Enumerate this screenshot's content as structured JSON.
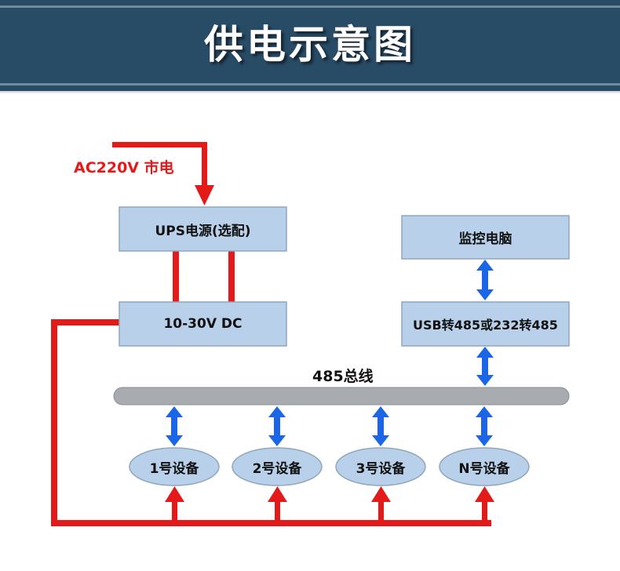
{
  "header": {
    "title": "供电示意图"
  },
  "power_input": {
    "label": "AC220V 市电"
  },
  "boxes": {
    "ups": "UPS电源(选配)",
    "dc": "10-30V DC",
    "monitor_pc": "监控电脑",
    "converter": "USB转485或232转485"
  },
  "bus": {
    "label": "485总线"
  },
  "devices": [
    "1号设备",
    "2号设备",
    "3号设备",
    "N号设备"
  ],
  "colors": {
    "banner": "#284b66",
    "box_fill": "#b8d0e9",
    "box_stroke": "#8fa6bd",
    "power_line": "#e41a1a",
    "data_arrow": "#1a66e6",
    "bus_fill": "#a8acb1"
  }
}
